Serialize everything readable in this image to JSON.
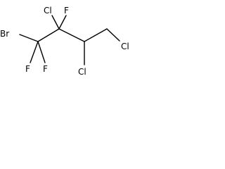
{
  "molecule": {
    "atoms": {
      "br": "Br",
      "f1a": "F",
      "f1b": "F",
      "cl2": "Cl",
      "f2": "F",
      "cl3": "Cl",
      "cl4": "Cl"
    }
  }
}
